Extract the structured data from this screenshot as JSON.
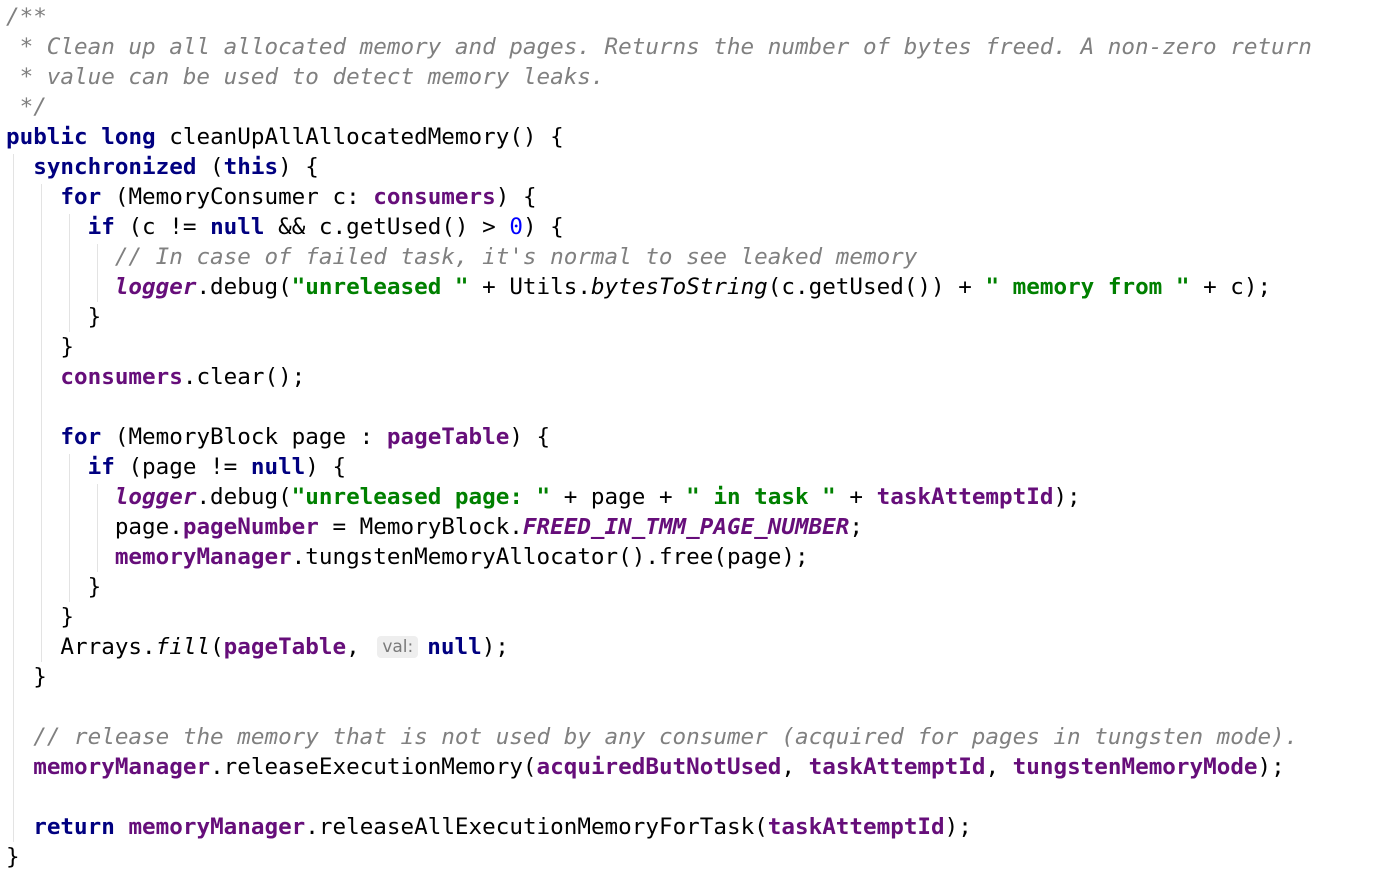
{
  "editor": {
    "lines": [
      [
        {
          "t": "doc",
          "v": "/**"
        }
      ],
      [
        {
          "t": "doc",
          "v": " * Clean up all allocated memory and pages. Returns the number of bytes freed. A non-zero return"
        }
      ],
      [
        {
          "t": "doc",
          "v": " * value can be used to detect memory leaks."
        }
      ],
      [
        {
          "t": "doc",
          "v": " */"
        }
      ],
      [
        {
          "t": "kw",
          "v": "public"
        },
        {
          "t": "plain",
          "v": " "
        },
        {
          "t": "kw",
          "v": "long"
        },
        {
          "t": "plain",
          "v": " cleanUpAllAllocatedMemory() {"
        }
      ],
      [
        {
          "t": "plain",
          "v": "  "
        },
        {
          "t": "kw",
          "v": "synchronized"
        },
        {
          "t": "plain",
          "v": " ("
        },
        {
          "t": "kw",
          "v": "this"
        },
        {
          "t": "plain",
          "v": ") {"
        }
      ],
      [
        {
          "t": "plain",
          "v": "    "
        },
        {
          "t": "kw",
          "v": "for"
        },
        {
          "t": "plain",
          "v": " (MemoryConsumer c: "
        },
        {
          "t": "fld",
          "v": "consumers"
        },
        {
          "t": "plain",
          "v": ") {"
        }
      ],
      [
        {
          "t": "plain",
          "v": "      "
        },
        {
          "t": "kw",
          "v": "if"
        },
        {
          "t": "plain",
          "v": " (c != "
        },
        {
          "t": "kw",
          "v": "null"
        },
        {
          "t": "plain",
          "v": " && c.getUsed() > "
        },
        {
          "t": "num",
          "v": "0"
        },
        {
          "t": "plain",
          "v": ") {"
        }
      ],
      [
        {
          "t": "plain",
          "v": "        "
        },
        {
          "t": "cm",
          "v": "// In case of failed task, it's normal to see leaked memory"
        }
      ],
      [
        {
          "t": "plain",
          "v": "        "
        },
        {
          "t": "sfld",
          "v": "logger"
        },
        {
          "t": "plain",
          "v": ".debug("
        },
        {
          "t": "str",
          "v": "\"unreleased \""
        },
        {
          "t": "plain",
          "v": " + Utils."
        },
        {
          "t": "smeth",
          "v": "bytesToString"
        },
        {
          "t": "plain",
          "v": "(c.getUsed()) + "
        },
        {
          "t": "str",
          "v": "\" memory from \""
        },
        {
          "t": "plain",
          "v": " + c);"
        }
      ],
      [
        {
          "t": "plain",
          "v": "      }"
        }
      ],
      [
        {
          "t": "plain",
          "v": "    }"
        }
      ],
      [
        {
          "t": "plain",
          "v": "    "
        },
        {
          "t": "fld",
          "v": "consumers"
        },
        {
          "t": "plain",
          "v": ".clear();"
        }
      ],
      [],
      [
        {
          "t": "plain",
          "v": "    "
        },
        {
          "t": "kw",
          "v": "for"
        },
        {
          "t": "plain",
          "v": " (MemoryBlock page : "
        },
        {
          "t": "fld",
          "v": "pageTable"
        },
        {
          "t": "plain",
          "v": ") {"
        }
      ],
      [
        {
          "t": "plain",
          "v": "      "
        },
        {
          "t": "kw",
          "v": "if"
        },
        {
          "t": "plain",
          "v": " (page != "
        },
        {
          "t": "kw",
          "v": "null"
        },
        {
          "t": "plain",
          "v": ") {"
        }
      ],
      [
        {
          "t": "plain",
          "v": "        "
        },
        {
          "t": "sfld",
          "v": "logger"
        },
        {
          "t": "plain",
          "v": ".debug("
        },
        {
          "t": "str",
          "v": "\"unreleased page: \""
        },
        {
          "t": "plain",
          "v": " + page + "
        },
        {
          "t": "str",
          "v": "\" in task \""
        },
        {
          "t": "plain",
          "v": " + "
        },
        {
          "t": "fld",
          "v": "taskAttemptId"
        },
        {
          "t": "plain",
          "v": ");"
        }
      ],
      [
        {
          "t": "plain",
          "v": "        page."
        },
        {
          "t": "fld",
          "v": "pageNumber"
        },
        {
          "t": "plain",
          "v": " = MemoryBlock."
        },
        {
          "t": "sfld",
          "v": "FREED_IN_TMM_PAGE_NUMBER"
        },
        {
          "t": "plain",
          "v": ";"
        }
      ],
      [
        {
          "t": "plain",
          "v": "        "
        },
        {
          "t": "fld",
          "v": "memoryManager"
        },
        {
          "t": "plain",
          "v": ".tungstenMemoryAllocator().free(page);"
        }
      ],
      [
        {
          "t": "plain",
          "v": "      }"
        }
      ],
      [
        {
          "t": "plain",
          "v": "    }"
        }
      ],
      [
        {
          "t": "plain",
          "v": "    Arrays."
        },
        {
          "t": "smeth",
          "v": "fill"
        },
        {
          "t": "plain",
          "v": "("
        },
        {
          "t": "fld",
          "v": "pageTable"
        },
        {
          "t": "plain",
          "v": ", "
        },
        {
          "t": "hint",
          "v": "val:"
        },
        {
          "t": "kw",
          "v": "null"
        },
        {
          "t": "plain",
          "v": ");"
        }
      ],
      [
        {
          "t": "plain",
          "v": "  }"
        }
      ],
      [],
      [
        {
          "t": "plain",
          "v": "  "
        },
        {
          "t": "cm",
          "v": "// release the memory that is not used by any consumer (acquired for pages in tungsten mode)."
        }
      ],
      [
        {
          "t": "plain",
          "v": "  "
        },
        {
          "t": "fld",
          "v": "memoryManager"
        },
        {
          "t": "plain",
          "v": ".releaseExecutionMemory("
        },
        {
          "t": "fld",
          "v": "acquiredButNotUsed"
        },
        {
          "t": "plain",
          "v": ", "
        },
        {
          "t": "fld",
          "v": "taskAttemptId"
        },
        {
          "t": "plain",
          "v": ", "
        },
        {
          "t": "fld",
          "v": "tungstenMemoryMode"
        },
        {
          "t": "plain",
          "v": ");"
        }
      ],
      [],
      [
        {
          "t": "plain",
          "v": "  "
        },
        {
          "t": "kw",
          "v": "return"
        },
        {
          "t": "plain",
          "v": " "
        },
        {
          "t": "fld",
          "v": "memoryManager"
        },
        {
          "t": "plain",
          "v": ".releaseAllExecutionMemoryForTask("
        },
        {
          "t": "fld",
          "v": "taskAttemptId"
        },
        {
          "t": "plain",
          "v": ");"
        }
      ],
      [
        {
          "t": "plain",
          "v": "}"
        }
      ]
    ]
  }
}
